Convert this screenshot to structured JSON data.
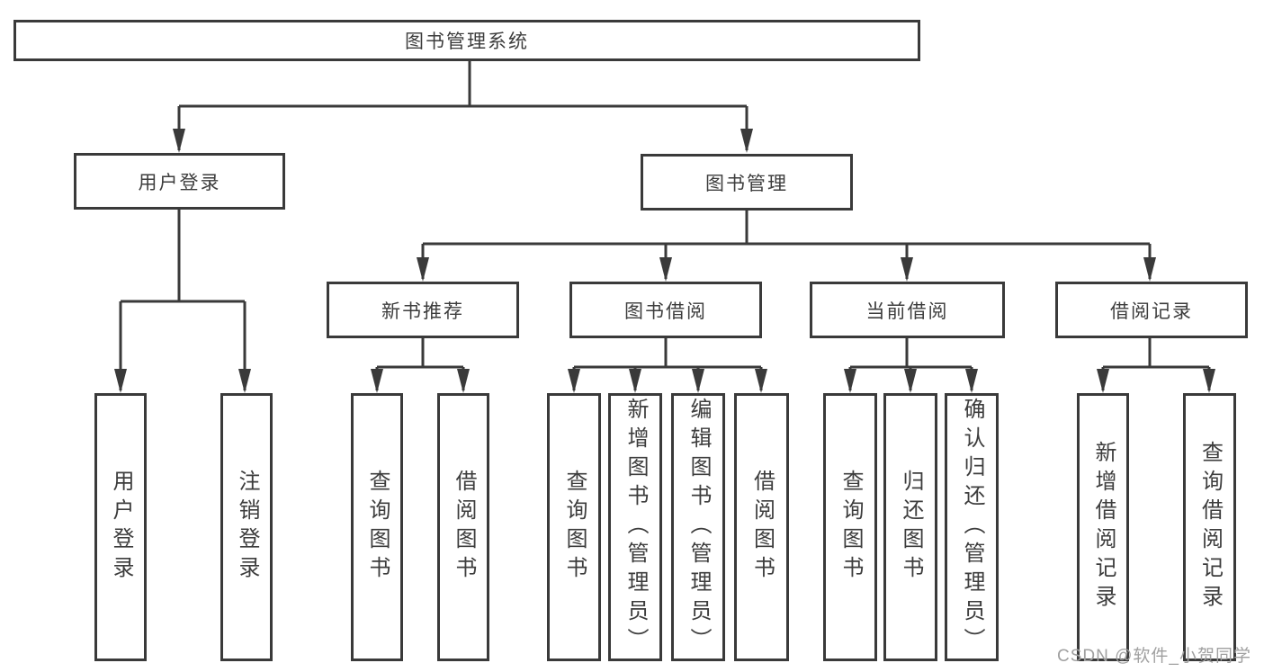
{
  "diagram": {
    "root": {
      "label": "图书管理系统"
    },
    "branches": [
      {
        "label": "用户登录",
        "children": [
          {
            "label": "用户登录"
          },
          {
            "label": "注销登录"
          }
        ]
      },
      {
        "label": "图书管理",
        "groups": [
          {
            "label": "新书推荐",
            "children": [
              {
                "label": "查询图书"
              },
              {
                "label": "借阅图书"
              }
            ]
          },
          {
            "label": "图书借阅",
            "children": [
              {
                "label": "查询图书"
              },
              {
                "label": "新增图书（管理员）"
              },
              {
                "label": "编辑图书（管理员）"
              },
              {
                "label": "借阅图书"
              }
            ]
          },
          {
            "label": "当前借阅",
            "children": [
              {
                "label": "查询图书"
              },
              {
                "label": "归还图书"
              },
              {
                "label": "确认归还（管理员）"
              }
            ]
          },
          {
            "label": "借阅记录",
            "children": [
              {
                "label": "新增借阅记录"
              },
              {
                "label": "查询借阅记录"
              }
            ]
          }
        ]
      }
    ]
  },
  "watermark": {
    "text": "CSDN @软件_小贺同学"
  },
  "colors": {
    "line": "#3a3a3a",
    "text": "#3d3d3d",
    "watermark": "#a0a0a0",
    "background": "#ffffff"
  }
}
